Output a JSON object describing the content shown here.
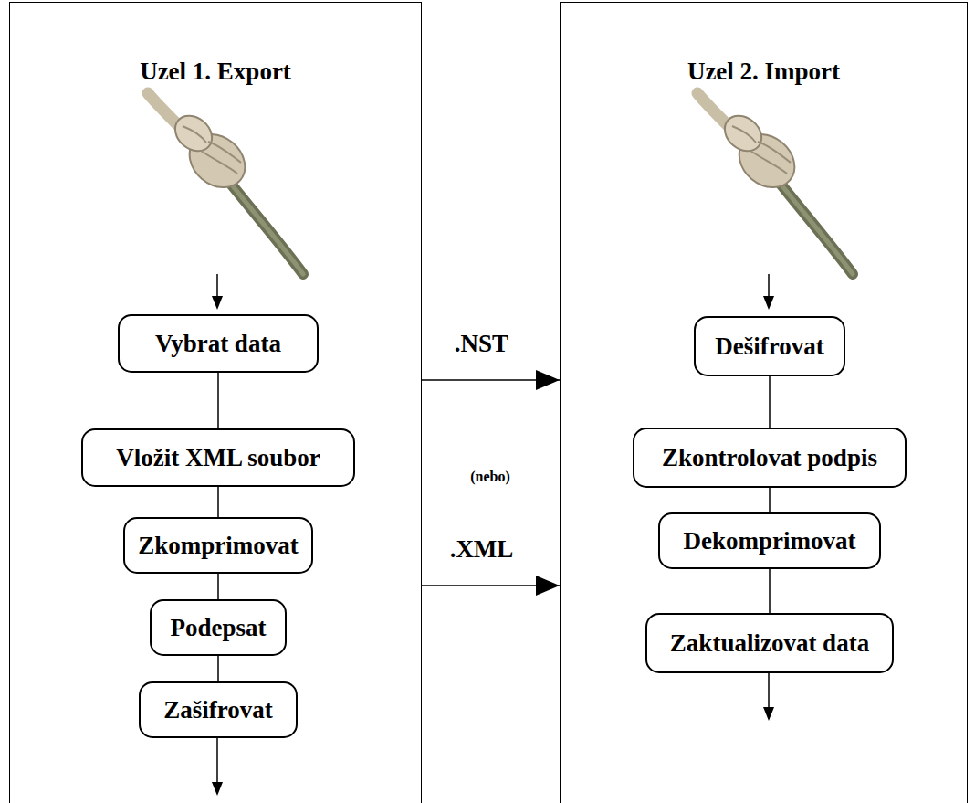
{
  "diagram": {
    "nodes": [
      {
        "text": [
          "Uzel 1. Export"
        ]
      },
      {
        "text": [
          "Vybrat data"
        ],
        "in": 0
      },
      {
        "text": [
          "Vložit XML soubor"
        ],
        "in": 0
      },
      {
        "text": [
          "Zkomprimovat"
        ],
        "in": 0
      },
      {
        "text": [
          "Podepsat"
        ],
        "in": 0
      },
      {
        "text": [
          "Zašifrovat"
        ],
        "in": 0
      },
      {
        "text": [
          "Uzel 2. Import"
        ]
      },
      {
        "text": [
          "Dešifrovat"
        ],
        "in": 6
      },
      {
        "text": [
          "Zkontrolovat podpis"
        ],
        "in": 6
      },
      {
        "text": [
          "Dekomprimovat"
        ],
        "in": 6
      },
      {
        "text": [
          "Zaktualizovat data"
        ],
        "in": 6
      }
    ],
    "edges": [
      {
        "from": 1,
        "to": 2,
        "arrow": "none"
      },
      {
        "from": 2,
        "to": 3,
        "arrow": "none"
      },
      {
        "from": 3,
        "to": 4,
        "arrow": "none"
      },
      {
        "from": 4,
        "to": 5,
        "arrow": "none"
      },
      {
        "from": 7,
        "to": 8,
        "arrow": "none"
      },
      {
        "from": 8,
        "to": 9,
        "arrow": "none"
      },
      {
        "from": 9,
        "to": 10,
        "arrow": "none"
      },
      {
        "from": 0,
        "to": 6,
        "label": ".NST",
        "arrow": "to"
      },
      {
        "from": 0,
        "to": 6,
        "label": ".XML",
        "arrow": "to"
      }
    ],
    "labels": [
      "(nebo)"
    ]
  }
}
